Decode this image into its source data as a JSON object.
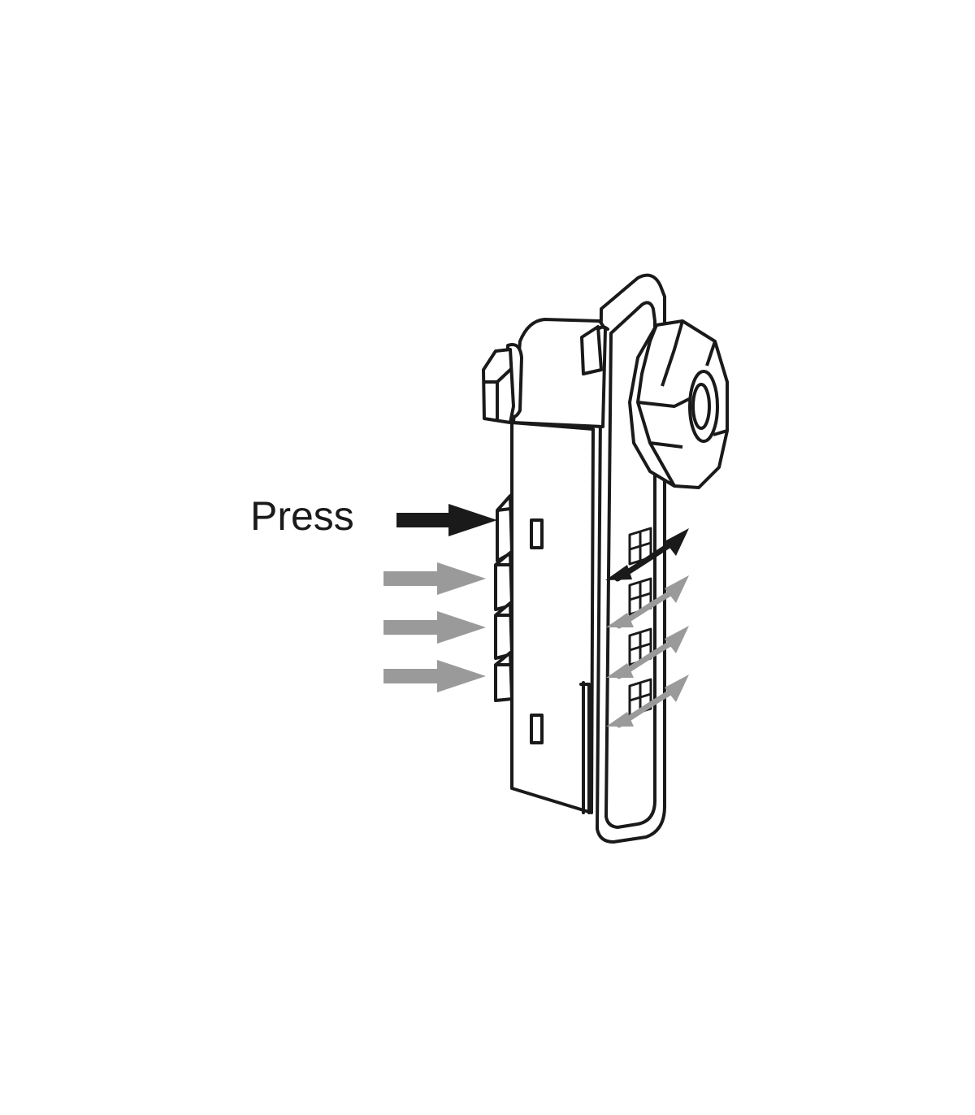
{
  "diagram": {
    "label": "Press",
    "colors": {
      "line": "#1a1a1a",
      "arrow_active": "#1a1a1a",
      "arrow_inactive": "#9a9a9a",
      "background": "#ffffff"
    },
    "buttons": [
      {
        "state": "active"
      },
      {
        "state": "inactive"
      },
      {
        "state": "inactive"
      },
      {
        "state": "inactive"
      }
    ],
    "dials": [
      {
        "state": "active"
      },
      {
        "state": "inactive"
      },
      {
        "state": "inactive"
      },
      {
        "state": "inactive"
      }
    ],
    "icons": {
      "press_arrow": "arrow-right-icon",
      "rotate_arrow": "double-arrow-icon"
    }
  }
}
